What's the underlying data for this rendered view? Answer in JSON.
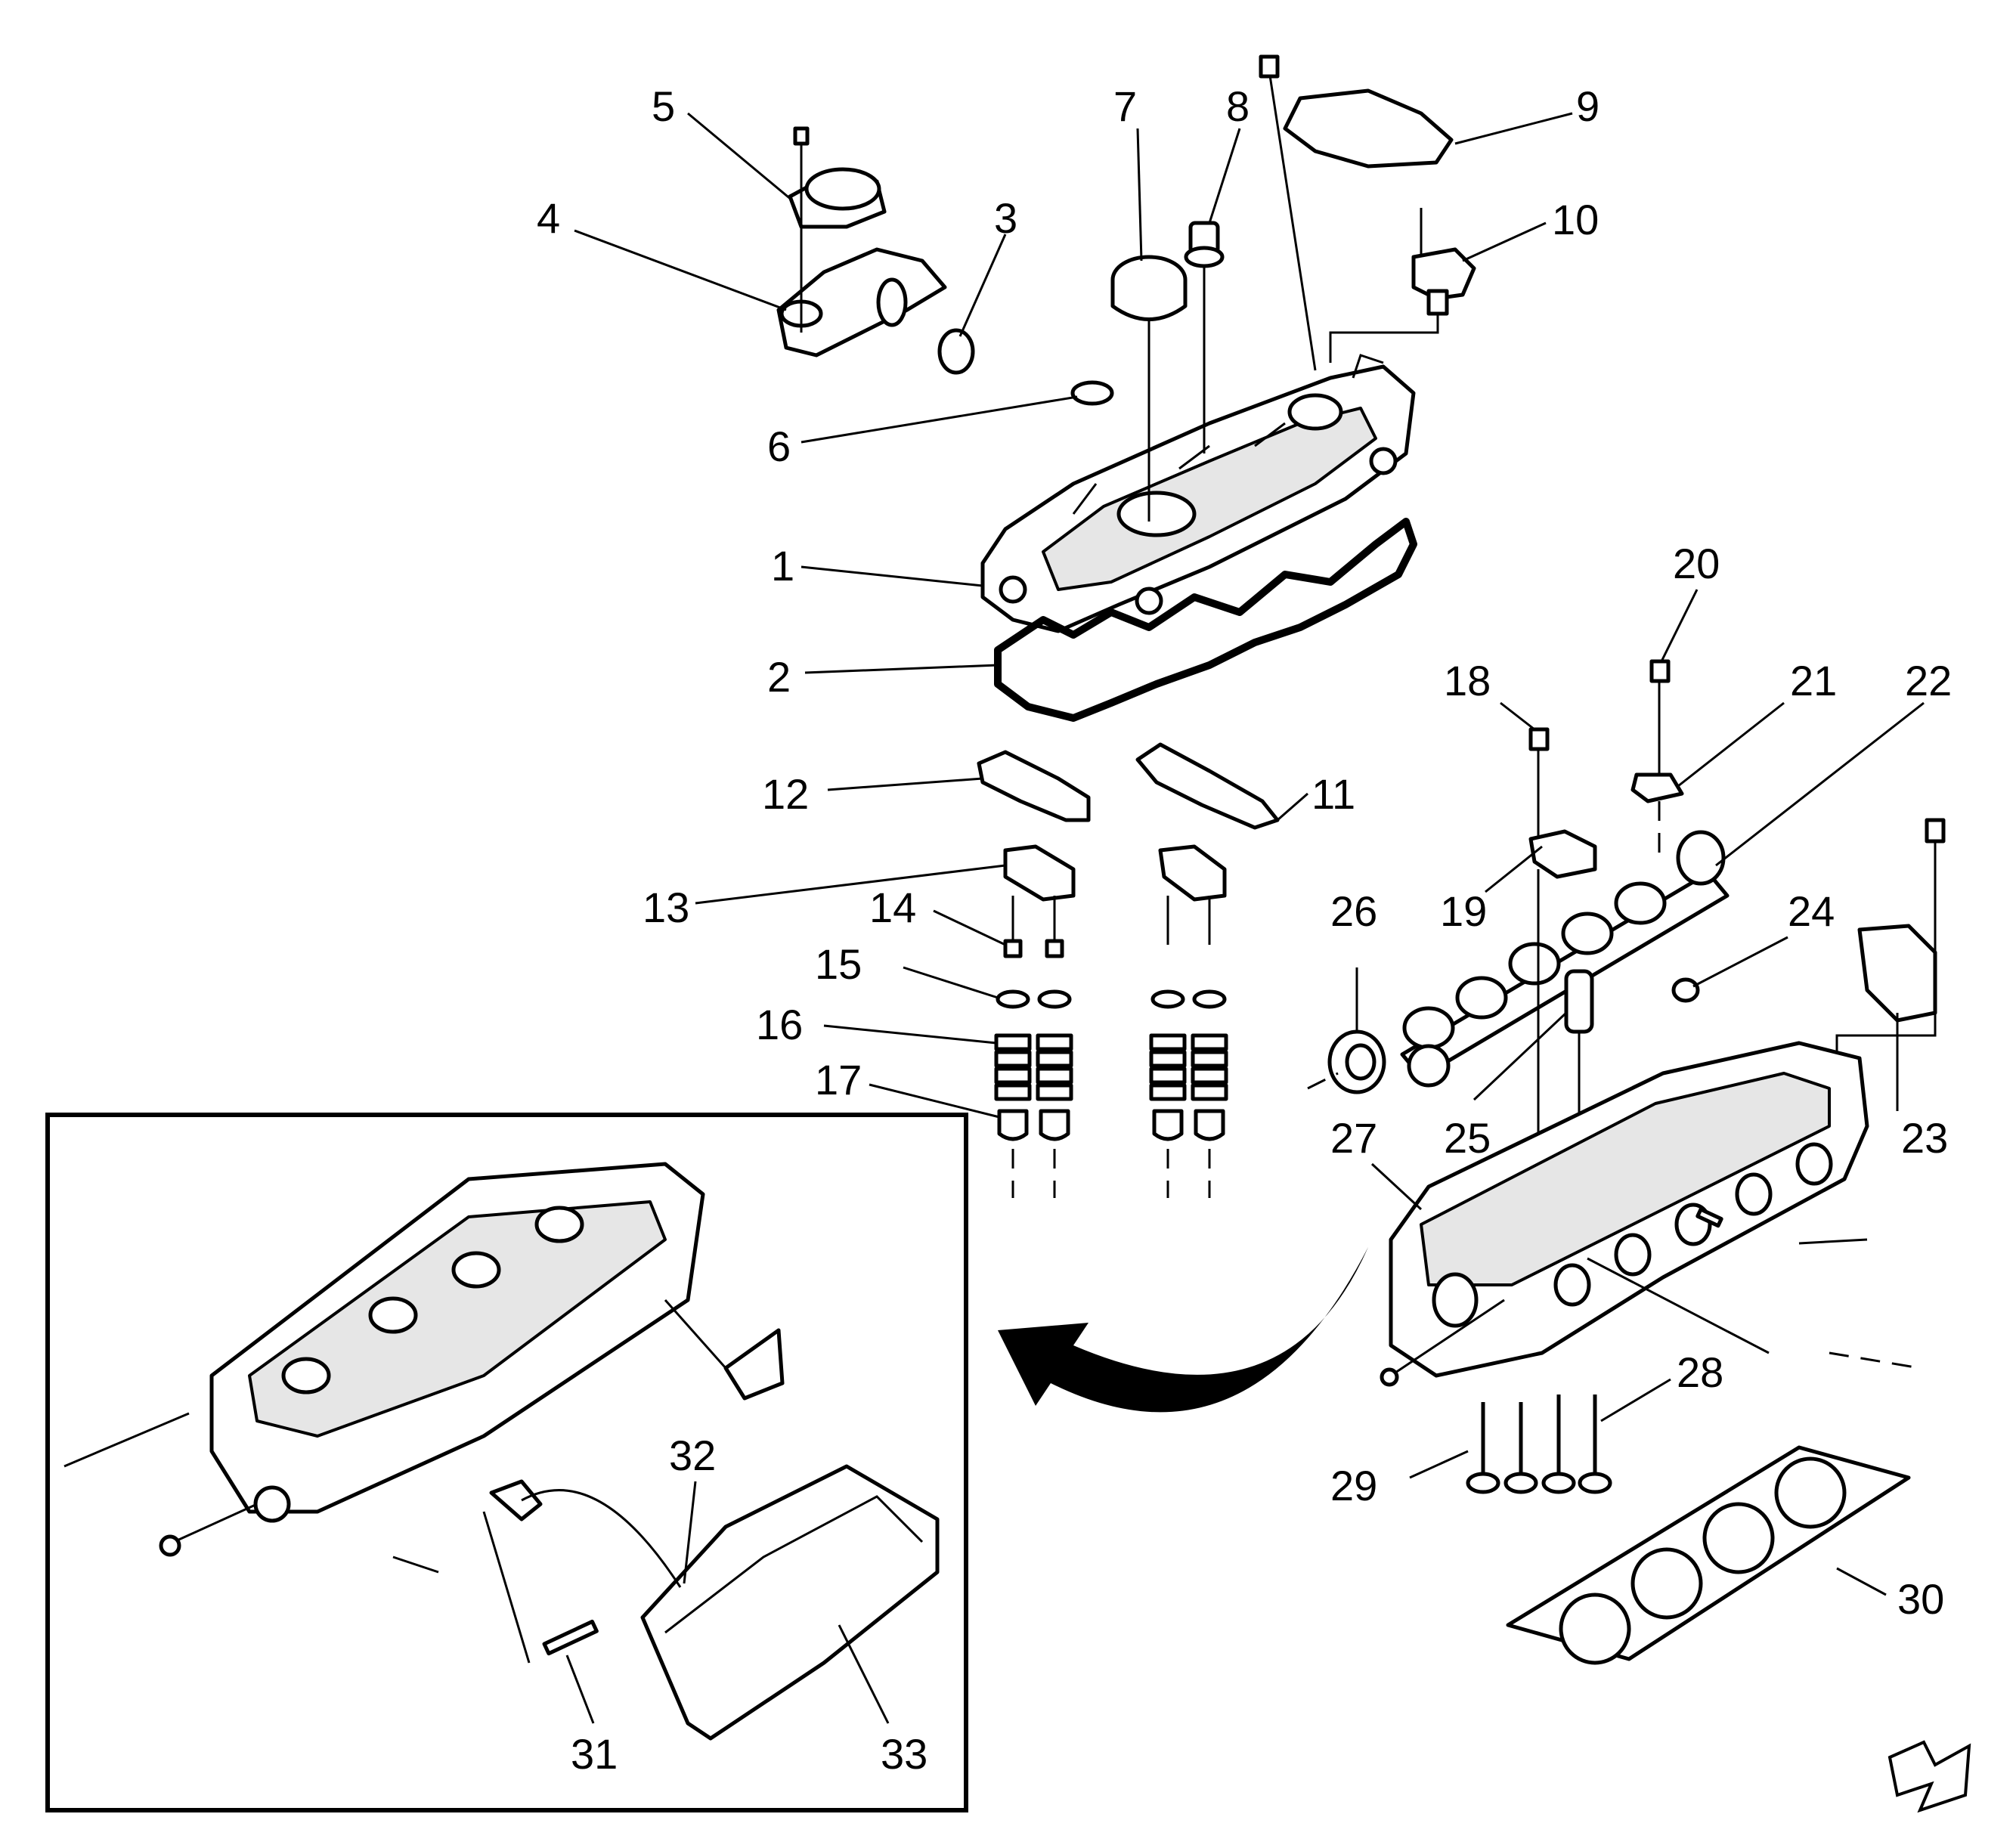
{
  "callouts": [
    {
      "id": "c1",
      "text": "1"
    },
    {
      "id": "c2",
      "text": "2"
    },
    {
      "id": "c3",
      "text": "3"
    },
    {
      "id": "c4",
      "text": "4"
    },
    {
      "id": "c5",
      "text": "5"
    },
    {
      "id": "c6",
      "text": "6"
    },
    {
      "id": "c7",
      "text": "7"
    },
    {
      "id": "c8",
      "text": "8"
    },
    {
      "id": "c9",
      "text": "9"
    },
    {
      "id": "c10",
      "text": "10"
    },
    {
      "id": "c11",
      "text": "11"
    },
    {
      "id": "c12",
      "text": "12"
    },
    {
      "id": "c13",
      "text": "13"
    },
    {
      "id": "c14",
      "text": "14"
    },
    {
      "id": "c15",
      "text": "15"
    },
    {
      "id": "c16",
      "text": "16"
    },
    {
      "id": "c17",
      "text": "17"
    },
    {
      "id": "c18",
      "text": "18"
    },
    {
      "id": "c19",
      "text": "19"
    },
    {
      "id": "c20",
      "text": "20"
    },
    {
      "id": "c21",
      "text": "21"
    },
    {
      "id": "c22",
      "text": "22"
    },
    {
      "id": "c23",
      "text": "23"
    },
    {
      "id": "c24",
      "text": "24"
    },
    {
      "id": "c25",
      "text": "25"
    },
    {
      "id": "c26",
      "text": "26"
    },
    {
      "id": "c27",
      "text": "27"
    },
    {
      "id": "c28",
      "text": "28"
    },
    {
      "id": "c29",
      "text": "29"
    },
    {
      "id": "c30",
      "text": "30"
    },
    {
      "id": "c31",
      "text": "31"
    },
    {
      "id": "c32",
      "text": "32"
    },
    {
      "id": "c33",
      "text": "33"
    }
  ],
  "icons": {
    "view_arrow": "curved-arrow-icon",
    "orientation": "front-direction-arrow-icon"
  },
  "colors": {
    "line": "#000000",
    "background": "#ffffff"
  }
}
